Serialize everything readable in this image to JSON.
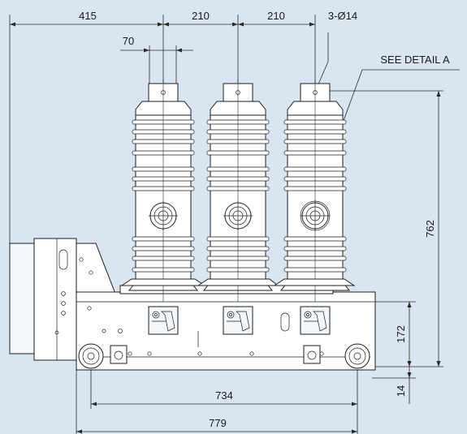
{
  "drawing": {
    "background": "#d9e5f1",
    "labels": {
      "dim_415": "415",
      "dim_210_a": "210",
      "dim_210_b": "210",
      "hole_spec": "3-Ø14",
      "dim_70": "70",
      "detail_ref": "SEE DETAIL A",
      "dim_762": "762",
      "dim_172": "172",
      "dim_14": "14",
      "dim_734": "734",
      "dim_779": "779"
    }
  }
}
